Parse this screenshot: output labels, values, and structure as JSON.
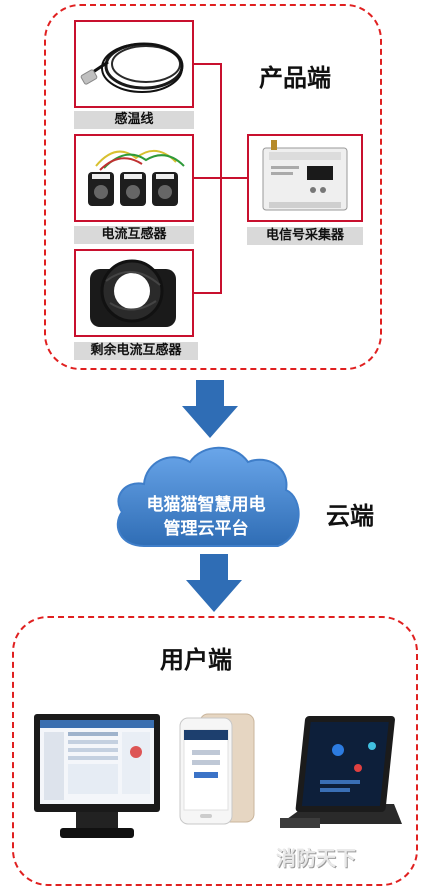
{
  "product_section": {
    "title": "产品端",
    "items": [
      {
        "label": "感温线"
      },
      {
        "label": "电流互感器"
      },
      {
        "label": "剩余电流互感器"
      }
    ],
    "collector": {
      "label": "电信号采集器"
    }
  },
  "cloud_section": {
    "title": "云端",
    "platform_line1": "电猫猫智慧用电",
    "platform_line2": "管理云平台"
  },
  "user_section": {
    "title": "用户端"
  },
  "watermark": "消防天下",
  "colors": {
    "dashed_border": "#e02020",
    "frame_border": "#c8102e",
    "arrow": "#2f6db5",
    "cloud": "#3a7fd0"
  }
}
